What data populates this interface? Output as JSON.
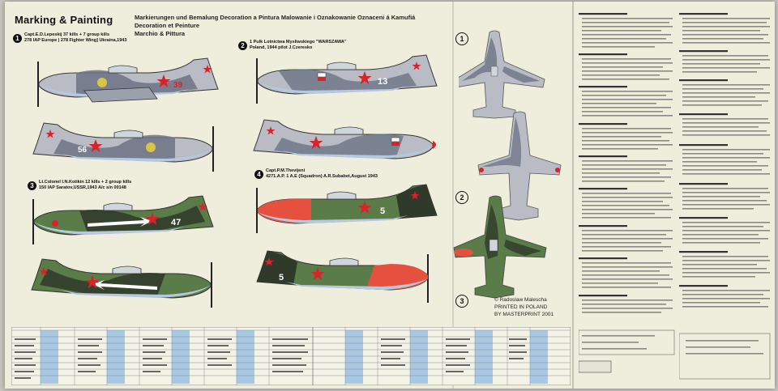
{
  "header": {
    "title": "Marking & Painting",
    "languages_line1": "Markierungen und Bemalung  Decoration a Pintura  Malowanie i Oznakowanie  Oznaceni á Kamufiá",
    "languages_line2": "Decoration et Peinture",
    "languages_line3": "Marchio & Pittura"
  },
  "schemes": [
    {
      "number": "1",
      "caption_line1": "Capt.E.D.Lepeskij 37 kills + 7 group kills",
      "caption_line2": "278 IAP Europe | 278 Fighter Wing] Ukraina,1943"
    },
    {
      "number": "2",
      "caption_line1": "1 Pulk Lotnictwa Mysliwskiego \"WARSZAWA\"",
      "caption_line2": "Poland, 1944 pilot J.Czeresko"
    },
    {
      "number": "3",
      "caption_line1": "Lt.Colonel I.N.Kotikin 12 kills + 2 group kills",
      "caption_line2": "150 IAP Saratov,USSR,1943 A/c s/n 00148"
    },
    {
      "number": "4",
      "caption_line1": "Capt.P.M.Thevijeni",
      "caption_line2": "4271.A.P. 1 A.E (Squadron) A.R.Subabet,August 1943"
    }
  ],
  "markings": {
    "s1_code": "39",
    "s1_code_left": "56",
    "s2_code": "13",
    "s3_code": "47",
    "s4_code": "5",
    "s4_code_left": "5"
  },
  "side_views": [
    "1",
    "2",
    "3",
    "4"
  ],
  "copyright": {
    "line1": "© Radoslaw Malescha",
    "line2": "PRINTED IN POLAND",
    "line3": "BY MASTERPRINT 2001"
  },
  "colors": {
    "paper": "#efeedd",
    "soviet_red": "#d8232a",
    "light_grey": "#b9bcc4",
    "dark_grey": "#6c7384",
    "light_blue": "#b5c8de",
    "green": "#5a7c48",
    "black_green": "#2f3a2a",
    "red_nose": "#e5503f"
  }
}
